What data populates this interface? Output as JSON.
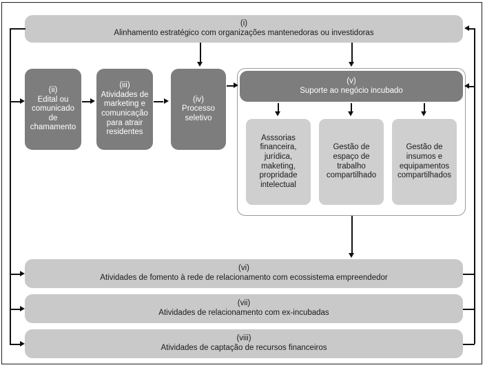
{
  "figure": {
    "type": "flowchart",
    "language": "pt-BR",
    "title_present": false,
    "colors": {
      "banner_fill": "#c9c9c9",
      "dark_box_fill": "#7d7d7d",
      "sub_box_fill": "#cfcfcf",
      "group_frame_border": "#9a9a9a",
      "outer_frame_border": "#1a1a1a",
      "connector": "#101010",
      "text_dark": "#1a1a1a",
      "text_light": "#ffffff",
      "background": "#ffffff"
    }
  },
  "nodes": {
    "top_banner": {
      "roman": "(i)",
      "label": "Alinhamento estratégico com organizações mantenedoras ou investidoras"
    },
    "step_ii": {
      "roman": "(ii)",
      "lines": [
        "Edital ou",
        "comunicado",
        "de",
        "chamamento"
      ]
    },
    "step_iii": {
      "roman": "(iii)",
      "lines": [
        "Atividades de",
        "marketing e",
        "comunicação",
        "para atrair",
        "residentes"
      ]
    },
    "step_iv": {
      "roman": "(iv)",
      "lines": [
        "Processo",
        "seletivo"
      ]
    },
    "step_v_header": {
      "roman": "(v)",
      "label": "Suporte ao negócio incubado"
    },
    "step_v_children": [
      {
        "id": "assessorias",
        "lines": [
          "Asssorias",
          "financeira,",
          "jurídica,",
          "maketing,",
          "propridade",
          "intelectual"
        ]
      },
      {
        "id": "espaco-trabalho",
        "lines": [
          "Gestão de",
          "espaço de",
          "trabalho",
          "compartilhado"
        ]
      },
      {
        "id": "insumos-equipamentos",
        "lines": [
          "Gestão de",
          "insumos e",
          "equipamentos",
          "compartilhados"
        ]
      }
    ],
    "bottom_banners": [
      {
        "roman": "(vi)",
        "label": "Atividades de fomento à rede de relacionamento com ecossistema empreendedor"
      },
      {
        "roman": "(vii)",
        "label": "Atividades de relacionamento com ex-incubadas"
      },
      {
        "roman": "(viii)",
        "label": "Atividades de captação de recursos financeiros"
      }
    ]
  }
}
